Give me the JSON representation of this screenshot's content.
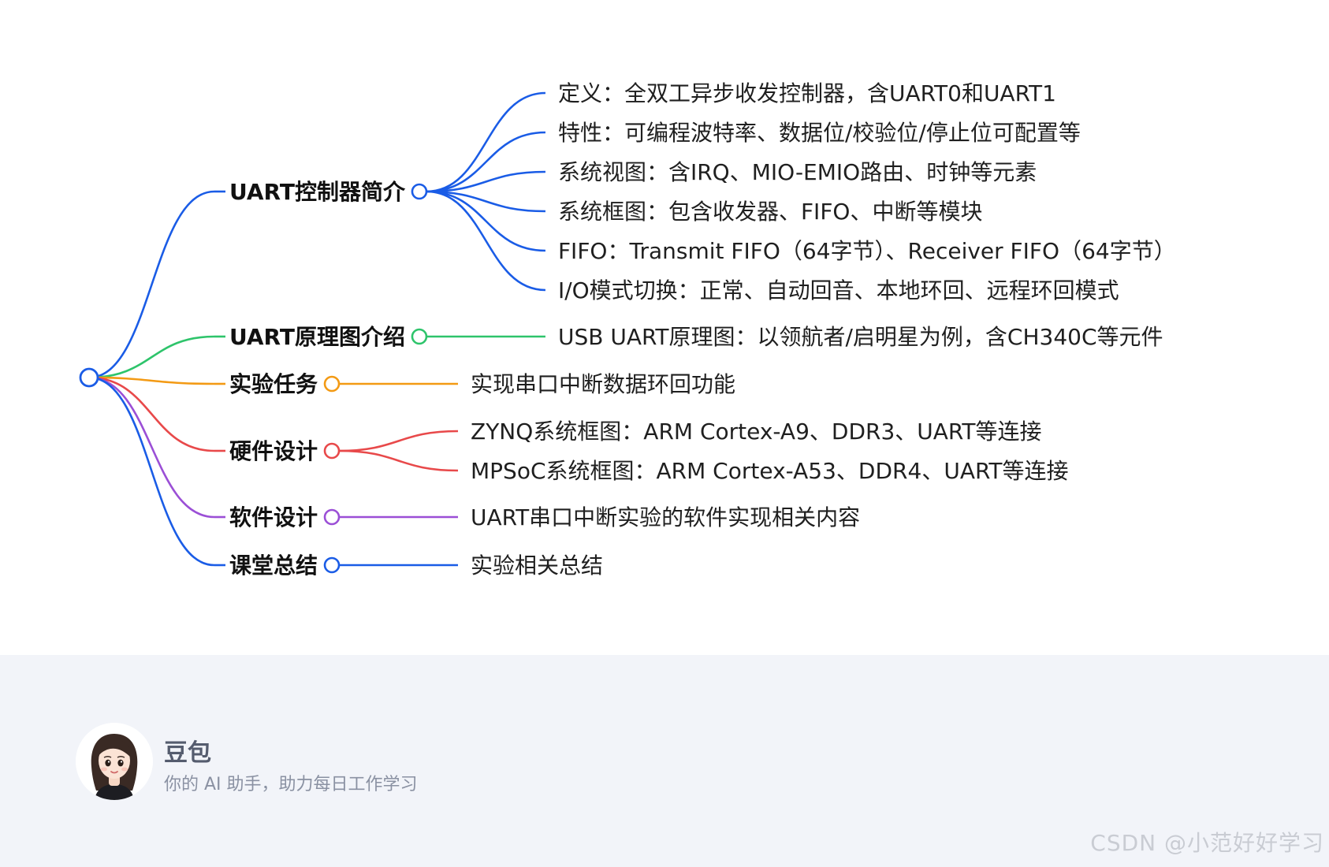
{
  "mindmap": {
    "branches": [
      {
        "label": "UART控制器简介",
        "color": "#1a5ce6",
        "children": [
          "定义：全双工异步收发控制器，含UART0和UART1",
          "特性：可编程波特率、数据位/校验位/停止位可配置等",
          "系统视图：含IRQ、MIO-EMIO路由、时钟等元素",
          "系统框图：包含收发器、FIFO、中断等模块",
          "FIFO：Transmit FIFO（64字节）、Receiver FIFO（64字节）",
          "I/O模式切换：正常、自动回音、本地环回、远程环回模式"
        ]
      },
      {
        "label": "UART原理图介绍",
        "color": "#2ec46b",
        "children": [
          "USB UART原理图：以领航者/启明星为例，含CH340C等元件"
        ]
      },
      {
        "label": "实验任务",
        "color": "#f39a14",
        "children": [
          "实现串口中断数据环回功能"
        ]
      },
      {
        "label": "硬件设计",
        "color": "#e8494a",
        "children": [
          "ZYNQ系统框图：ARM Cortex-A9、DDR3、UART等连接",
          "MPSoC系统框图：ARM Cortex-A53、DDR4、UART等连接"
        ]
      },
      {
        "label": "软件设计",
        "color": "#9b4fd6",
        "children": [
          "UART串口中断实验的软件实现相关内容"
        ]
      },
      {
        "label": "课堂总结",
        "color": "#1a5ce6",
        "children": [
          "实验相关总结"
        ]
      }
    ]
  },
  "footer": {
    "brand_name": "豆包",
    "tagline": "你的 AI 助手，助力每日工作学习"
  },
  "watermark": "CSDN @小范好好学习",
  "colors": {
    "root": "#1a5ce6",
    "footer_bg": "#f2f4f9"
  }
}
